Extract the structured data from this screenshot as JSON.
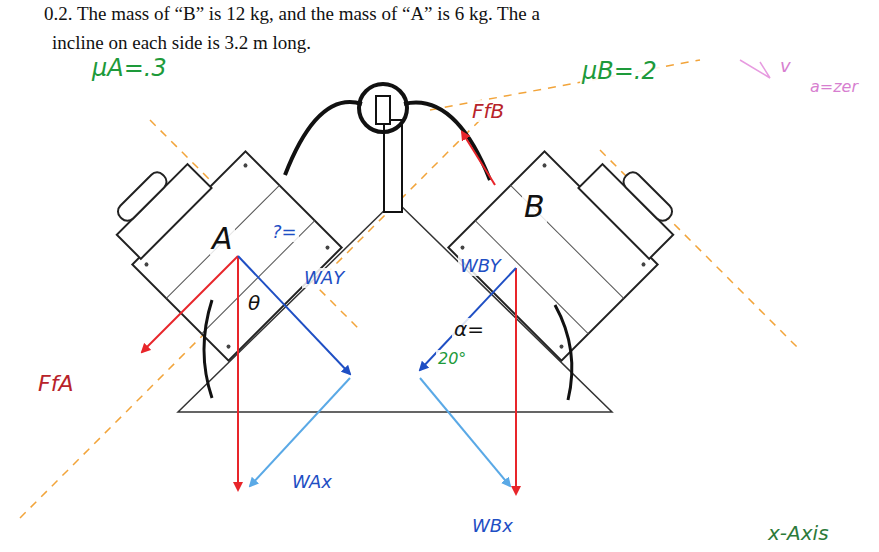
{
  "diagram": {
    "labels": [
      "0.2. The mass of “B” is 12 kg, and the mass of “A” is 6 kg. The a",
      "incline on each side is 3.2 m long.",
      "μA=.3",
      "μB=.2",
      "FfB",
      "FfA",
      "A",
      "B",
      "θ",
      "?=",
      "WAY",
      "WBY",
      "α=",
      "20°",
      "WAx",
      "WBx",
      "x-Axis",
      "v",
      "a=zer"
    ]
  }
}
